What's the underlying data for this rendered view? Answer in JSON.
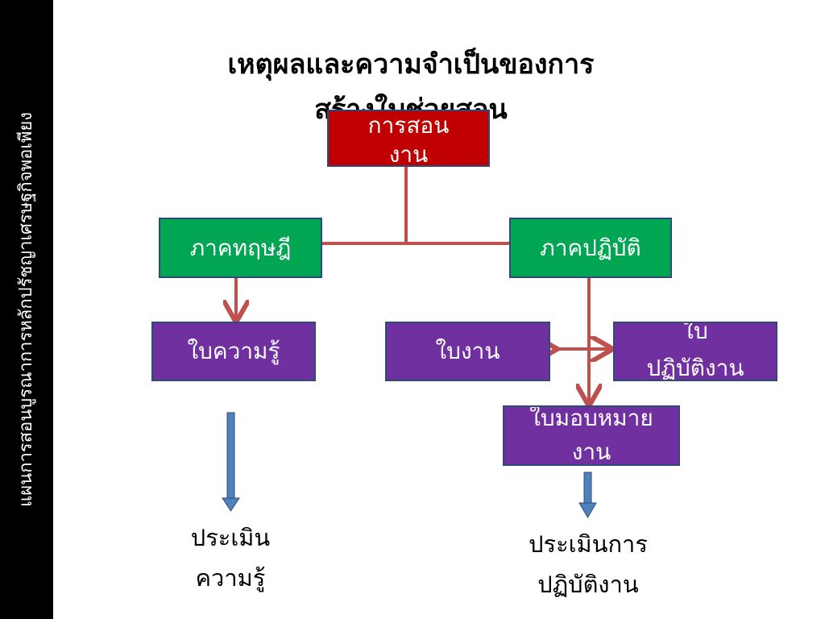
{
  "sidebar": {
    "text": "แผนการสอนบูรณาการหลักปรัชญาเศรษฐกิจพอเพียง"
  },
  "title": {
    "line1": "เหตุผลและความจำเป็นของการ",
    "line2": "สร้างใบช่วยสอน"
  },
  "colors": {
    "sidebar": "#000000",
    "root_box": "#c00000",
    "category_box": "#00a651",
    "document_box": "#7030a0",
    "connector": "#c0504d",
    "eval_arrow": "#4f81bd"
  },
  "nodes": {
    "root": {
      "line1": "การสอน",
      "line2": "งาน"
    },
    "theory": {
      "label": "ภาคทฤษฎี"
    },
    "practice": {
      "label": "ภาคปฏิบัติ"
    },
    "knowledge_sheet": {
      "label": "ใบความรู้"
    },
    "work_sheet": {
      "label": "ใบงาน"
    },
    "operation_sheet": {
      "line1": "ใบ",
      "line2": "ปฏิบัติงาน"
    },
    "assignment_sheet": {
      "line1": "ใบมอบหมาย",
      "line2": "งาน"
    }
  },
  "evaluations": {
    "knowledge": {
      "line1": "ประเมิน",
      "line2": "ความรู้"
    },
    "performance": {
      "line1": "ประเมินการ",
      "line2": "ปฏิบัติงาน"
    }
  }
}
